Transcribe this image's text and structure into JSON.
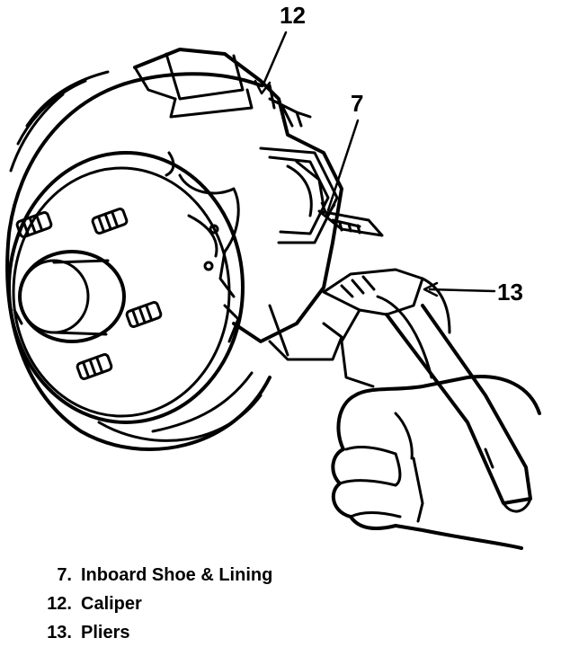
{
  "callouts": {
    "c12": "12",
    "c7": "7",
    "c13": "13"
  },
  "legend": [
    {
      "number": "7.",
      "label": "Inboard Shoe & Lining"
    },
    {
      "number": "12.",
      "label": "Caliper"
    },
    {
      "number": "13.",
      "label": "Pliers"
    }
  ]
}
